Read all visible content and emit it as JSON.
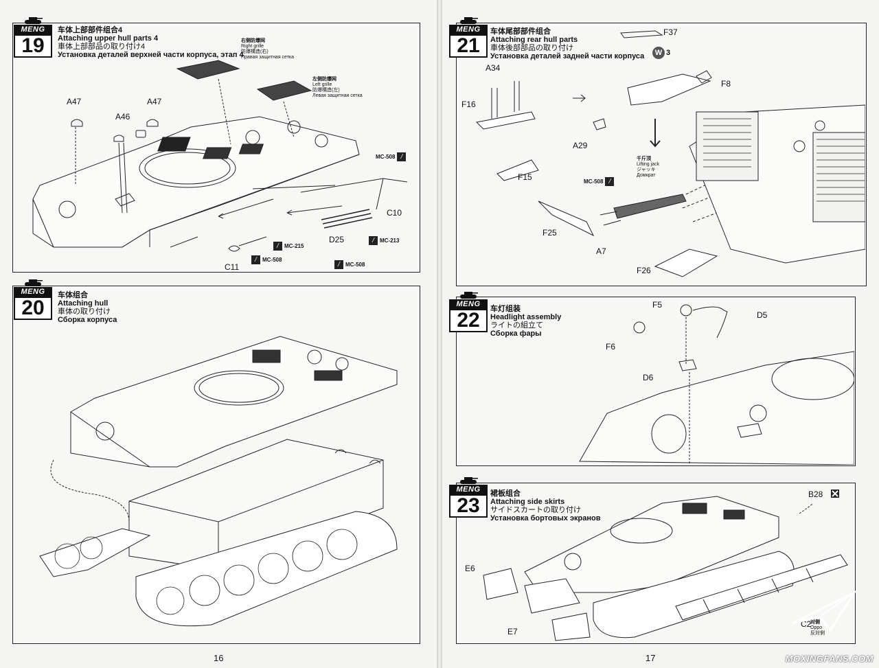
{
  "brand": "MENG",
  "steps": {
    "s19": {
      "num": "19",
      "zh": "车体上部部件组合4",
      "en": "Attaching upper hull parts 4",
      "ja": "車体上部部品の取り付け4",
      "ru": "Установка деталей верхней части корпуса, этап 4"
    },
    "s20": {
      "num": "20",
      "zh": "车体组合",
      "en": "Attaching hull",
      "ja": "車体の取り付け",
      "ru": "Сборка корпуса"
    },
    "s21": {
      "num": "21",
      "zh": "车体尾部部件组合",
      "en": "Attaching rear hull parts",
      "ja": "車体後部部品の取り付け",
      "ru": "Установка деталей задней части корпуса"
    },
    "s22": {
      "num": "22",
      "zh": "车灯组装",
      "en": "Headlight assembly",
      "ja": "ライトの組立て",
      "ru": "Сборка фары"
    },
    "s23": {
      "num": "23",
      "zh": "裙板组合",
      "en": "Attaching side skirts",
      "ja": "サイドスカートの取り付け",
      "ru": "Установка бортовых экранов"
    }
  },
  "callouts19": {
    "right_grille": {
      "zh": "右侧防爆网",
      "en": "Right grille",
      "ja": "防爆構造(右)",
      "ru": "Правая защитная сетка"
    },
    "left_grille": {
      "zh": "左侧防爆网",
      "en": "Left grille",
      "ja": "防爆構造(左)",
      "ru": "Левая защитная сетка"
    }
  },
  "callouts21": {
    "zh": "千斤顶",
    "en": "Lifting jack",
    "ja": "ジャッキ",
    "ru": "Домкрат"
  },
  "parts19": {
    "a47a": "A47",
    "a46": "A46",
    "a47b": "A47",
    "c10": "C10",
    "c11": "C11",
    "d25": "D25"
  },
  "glue19": {
    "mc508a": "MC-508",
    "mc215": "MC-215",
    "mc508b": "MC-508",
    "mc213": "MC-213",
    "mc508c": "MC-508"
  },
  "parts21": {
    "f37": "F37",
    "a34": "A34",
    "f16": "F16",
    "f8": "F8",
    "a29": "A29",
    "f15": "F15",
    "f25": "F25",
    "a7": "A7",
    "f26": "F26"
  },
  "glue21": {
    "mc508": "MC-508",
    "w3": "3",
    "w_letter": "W"
  },
  "parts22": {
    "f5": "F5",
    "d5": "D5",
    "f6": "F6",
    "d6": "D6"
  },
  "parts23": {
    "b28": "B28",
    "e6": "E6",
    "e7": "E7",
    "c2": "C2",
    "c2_note_zh": "对侧",
    "c2_note_ja": "反対側",
    "c2_note_en": "Oppo"
  },
  "page_numbers": {
    "left": "16",
    "right": "17"
  },
  "watermark": "MOXINGFANS.COM"
}
